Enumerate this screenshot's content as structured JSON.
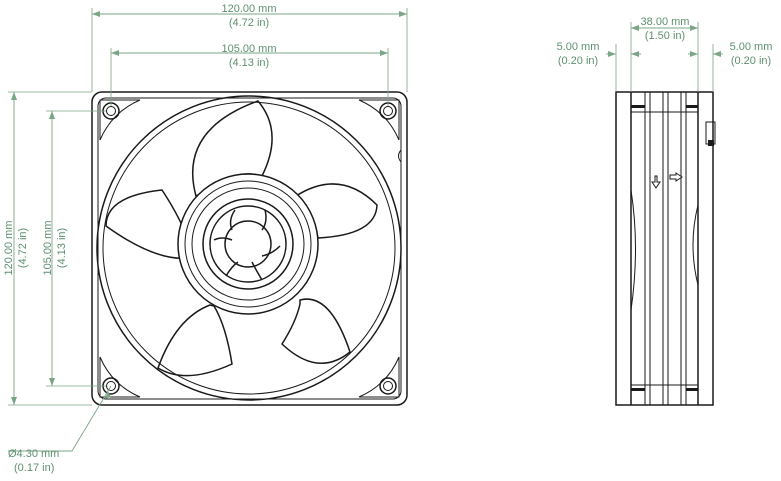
{
  "dimensions": {
    "front_width_overall": {
      "mm": "120.00 mm",
      "in": "(4.72 in)"
    },
    "front_width_holes": {
      "mm": "105.00 mm",
      "in": "(4.13 in)"
    },
    "front_height_overall": {
      "mm": "120.00 mm",
      "in": "(4.72 in)"
    },
    "front_height_holes": {
      "mm": "105.00 mm",
      "in": "(4.13 in)"
    },
    "hole_diameter": {
      "mm": "Ø4.30 mm",
      "in": "(0.17 in)"
    },
    "side_depth": {
      "mm": "38.00 mm",
      "in": "(1.50 in)"
    },
    "side_flange_left": {
      "mm": "5.00 mm",
      "in": "(0.20 in)"
    },
    "side_flange_right": {
      "mm": "5.00 mm",
      "in": "(0.20 in)"
    }
  },
  "colors": {
    "dimension": "#7aa586",
    "dimension_text": "#5f9070",
    "part_outline": "#1a1a1a"
  }
}
